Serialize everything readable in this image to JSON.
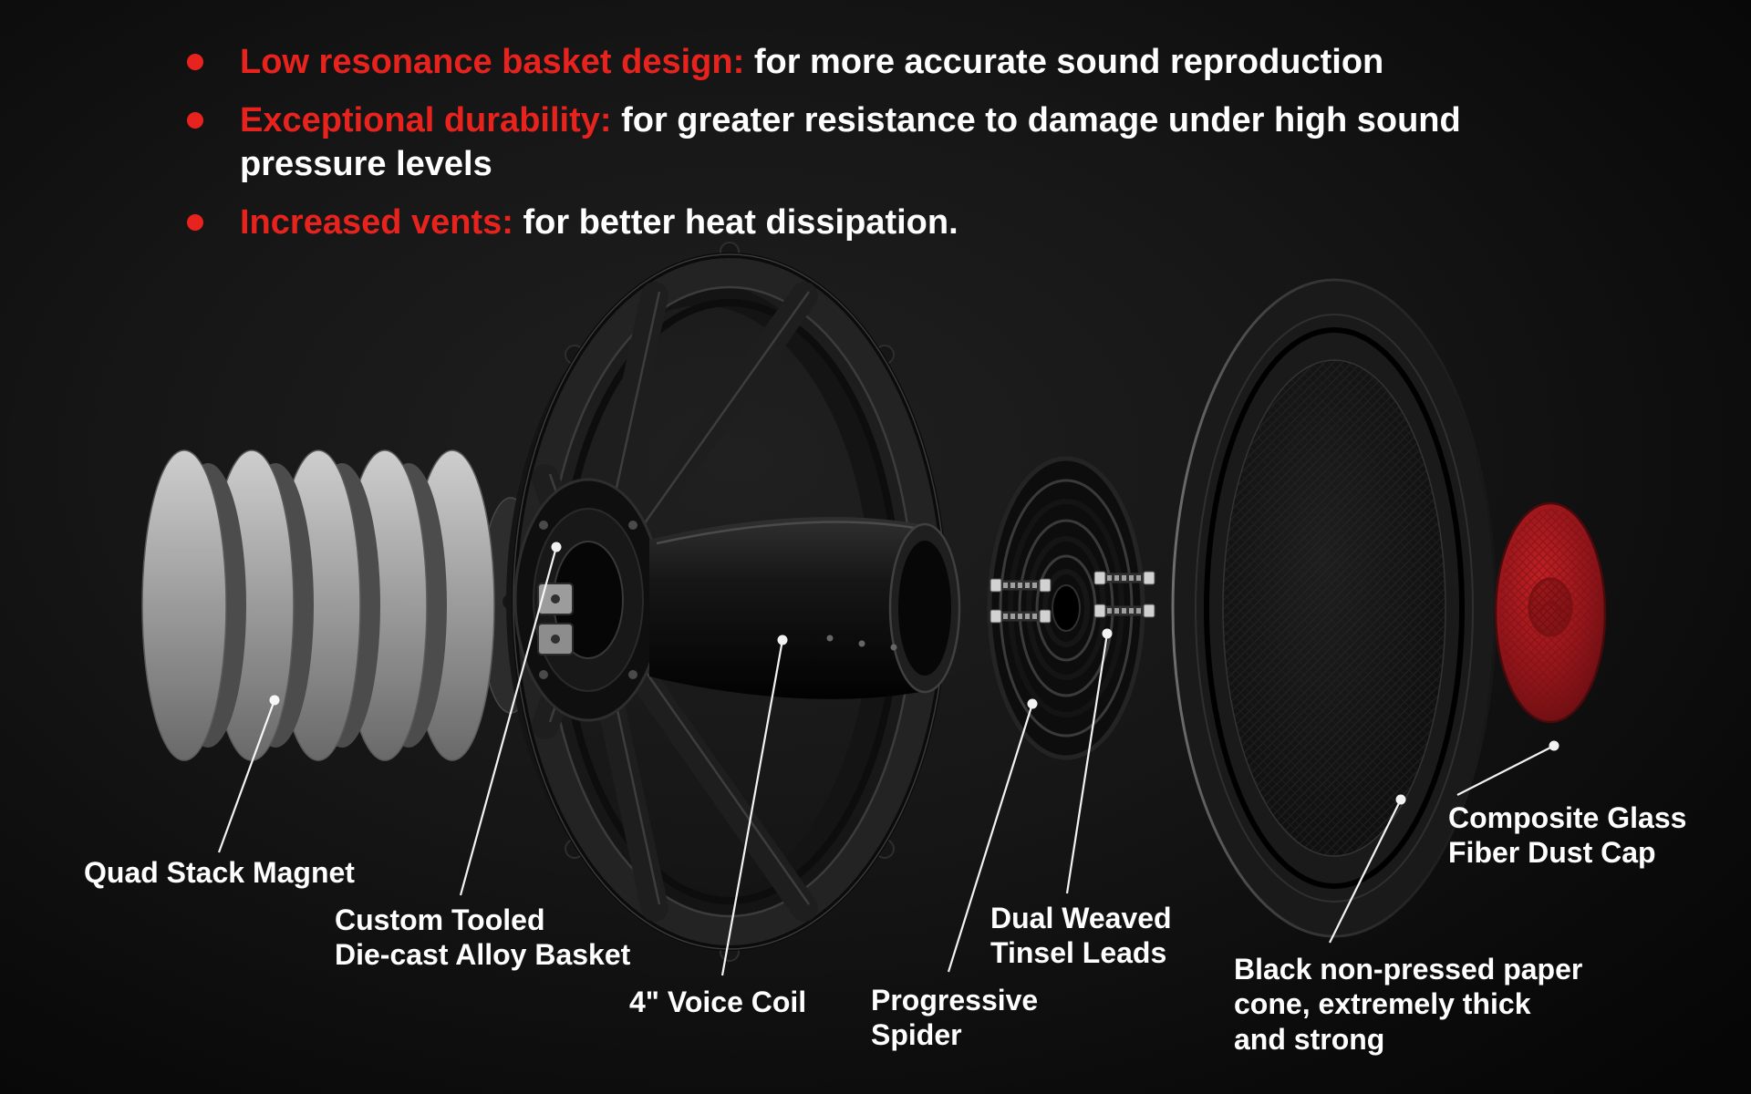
{
  "colors": {
    "accent": "#e8231d",
    "text": "#ffffff",
    "background": "#111111",
    "magnet_gray": "#a8a8a8",
    "dust_cap_red": "#a3181b"
  },
  "bullets": [
    {
      "lead": "Low resonance basket design:",
      "text": "for more accurate sound reproduction"
    },
    {
      "lead": "Exceptional durability:",
      "text": "for greater resistance to damage under high sound pressure levels"
    },
    {
      "lead": "Increased vents:",
      "text": "for better heat dissipation."
    }
  ],
  "labels": {
    "magnet": "Quad Stack Magnet",
    "basket": "Custom Tooled\nDie-cast Alloy Basket",
    "voice_coil": "4\" Voice Coil",
    "spider": "Progressive\nSpider",
    "tinsel_leads": "Dual Weaved\nTinsel Leads",
    "cone": "Black non-pressed paper\ncone, extremely thick\nand strong",
    "dust_cap": "Composite Glass\nFiber Dust Cap"
  }
}
